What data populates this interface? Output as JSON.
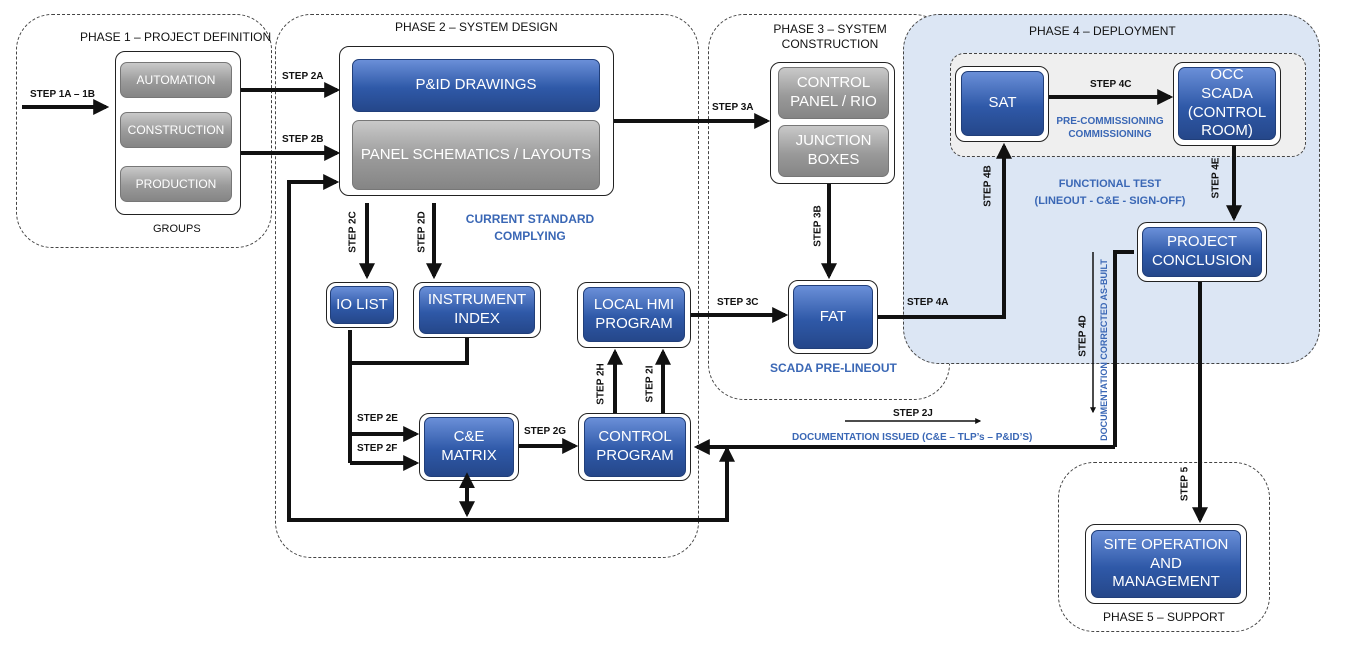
{
  "phases": {
    "p1": "PHASE 1 – PROJECT DEFINITION",
    "p2": "PHASE 2 – SYSTEM DESIGN",
    "p3_line1": "PHASE 3 – SYSTEM",
    "p3_line2": "CONSTRUCTION",
    "p4": "PHASE 4 – DEPLOYMENT",
    "p5": "PHASE 5 – SUPPORT"
  },
  "groups": {
    "caption": "GROUPS",
    "automation": "AUTOMATION",
    "construction": "CONSTRUCTION",
    "production": "PRODUCTION"
  },
  "boxes": {
    "pid": "P&ID DRAWINGS",
    "schematics": "PANEL SCHEMATICS / LAYOUTS",
    "io_list": "IO LIST",
    "instrument_index": "INSTRUMENT INDEX",
    "local_hmi": "LOCAL HMI PROGRAM",
    "ce_matrix": "C&E MATRIX",
    "control_program": "CONTROL PROGRAM",
    "control_panel": "CONTROL PANEL / RIO",
    "junction_boxes": "JUNCTION BOXES",
    "fat": "FAT",
    "sat": "SAT",
    "occ_scada": "OCC SCADA (CONTROL ROOM)",
    "project_conclusion": "PROJECT CONCLUSION",
    "site_operation": "SITE OPERATION AND MANAGEMENT"
  },
  "steps": {
    "s1a1b": "STEP 1A – 1B",
    "s2a": "STEP 2A",
    "s2b": "STEP 2B",
    "s2c": "STEP 2C",
    "s2d": "STEP 2D",
    "s2e": "STEP 2E",
    "s2f": "STEP 2F",
    "s2g": "STEP 2G",
    "s2h": "STEP 2H",
    "s2i": "STEP 2I",
    "s2j": "STEP 2J",
    "s3a": "STEP 3A",
    "s3b": "STEP 3B",
    "s3c": "STEP 3C",
    "s4a": "STEP 4A",
    "s4b": "STEP 4B",
    "s4c": "STEP 4C",
    "s4d": "STEP 4D",
    "s4e": "STEP 4E",
    "s5": "STEP 5"
  },
  "notes": {
    "standard_line1": "CURRENT STANDARD",
    "standard_line2": "COMPLYING",
    "scada_prelineout": "SCADA PRE-LINEOUT",
    "precomm_line1": "PRE-COMMISSIONING",
    "precomm_line2": "COMMISSIONING",
    "functional_line1": "FUNCTIONAL TEST",
    "functional_line2": "(LINEOUT - C&E - SIGN-OFF)",
    "doc_issued": "DOCUMENTATION ISSUED (C&E – TLP’s – P&ID’S)",
    "doc_asbuilt": "DOCUMENTATION CORRECTED AS-BUILT"
  },
  "colors": {
    "box_blue": "#2f59a8",
    "box_gray": "#9a9a9a",
    "note_blue": "#3a67b5",
    "phase4_fill": "#dce6f4"
  }
}
